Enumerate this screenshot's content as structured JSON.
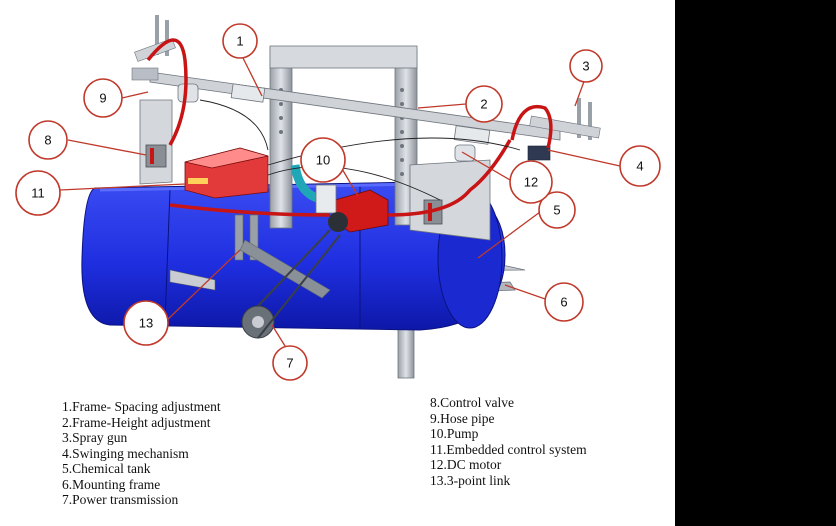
{
  "colors": {
    "tank": "#1f2fe0",
    "tank_dark": "#0d18a8",
    "frame": "#b9bec6",
    "frame_dark": "#7e858f",
    "hose": "#c81414",
    "control_box": "#e23a3a",
    "pump": "#d01a1a",
    "callout": "#c0392b"
  },
  "callouts": [
    "1",
    "2",
    "3",
    "4",
    "5",
    "6",
    "7",
    "8",
    "9",
    "10",
    "11",
    "12",
    "13"
  ],
  "legend": {
    "left": [
      "1.Frame- Spacing adjustment",
      "2.Frame-Height adjustment",
      "3.Spray gun",
      "4.Swinging mechanism",
      "5.Chemical tank",
      "6.Mounting frame",
      "7.Power transmission"
    ],
    "right": [
      "8.Control valve",
      "9.Hose pipe",
      "10.Pump",
      "11.Embedded control system",
      "12.DC motor",
      "13.3-point link"
    ]
  }
}
